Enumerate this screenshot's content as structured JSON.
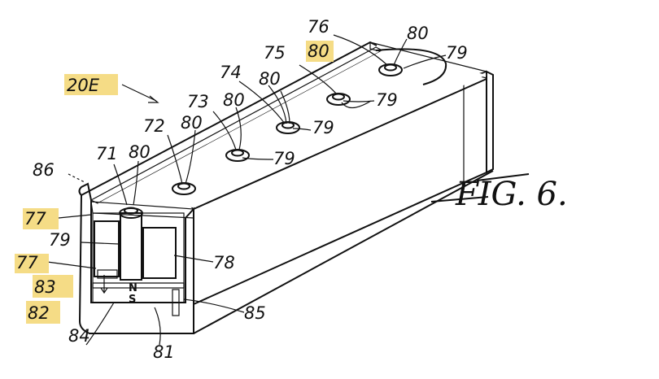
{
  "labels": {
    "ref_20e": "20E",
    "ref_71": "71",
    "ref_72": "72",
    "ref_73": "73",
    "ref_74": "74",
    "ref_75": "75",
    "ref_76": "76",
    "ref_80": "80",
    "ref_79": "79",
    "ref_77": "77",
    "ref_78": "78",
    "ref_81": "81",
    "ref_82": "82",
    "ref_83": "83",
    "ref_84": "84",
    "ref_85": "85",
    "ref_86": "86",
    "pole_n": "N",
    "pole_s": "S"
  },
  "figure_label": "FIG. 6.",
  "colors": {
    "highlight": "#f5dc86",
    "ink": "#111111"
  }
}
